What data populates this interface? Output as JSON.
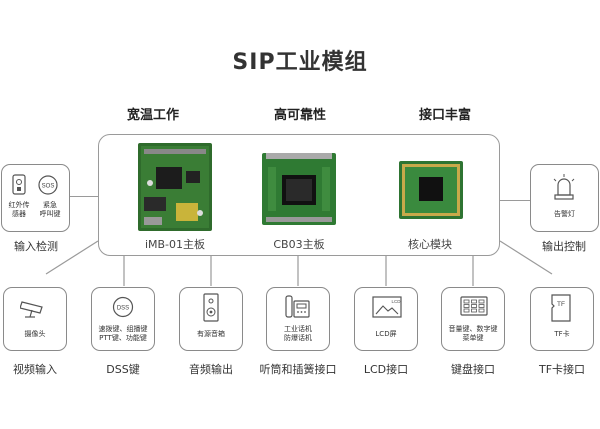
{
  "title": "SIP工业模组",
  "features": [
    "宽温工作",
    "高可靠性",
    "接口丰富"
  ],
  "boards": [
    {
      "label": "iMB-01主板",
      "icon": "pcb-board-icon"
    },
    {
      "label": "CB03主板",
      "icon": "pcb-board-icon"
    },
    {
      "label": "核心模块",
      "icon": "chip-module-icon"
    }
  ],
  "left_module": {
    "caption": "输入检测",
    "item1": {
      "line1": "红外传",
      "line2": "感器",
      "icon": "infrared-sensor-icon"
    },
    "item2": {
      "line1": "紧急",
      "line2": "呼叫键",
      "icon": "sos-button-icon",
      "badge": "SOS"
    }
  },
  "right_module": {
    "caption": "输出控制",
    "inner": "告警灯",
    "icon": "alarm-light-icon"
  },
  "bottom_modules": [
    {
      "caption": "视频输入",
      "line1": "摄像头",
      "line2": "",
      "icon": "camera-icon"
    },
    {
      "caption": "DSS键",
      "line1": "速拨键、组播键",
      "line2": "PTT键、功能键",
      "icon": "dss-key-icon",
      "badge": "DSS"
    },
    {
      "caption": "音频输出",
      "line1": "有源音箱",
      "line2": "",
      "icon": "speaker-icon"
    },
    {
      "caption": "听筒和插簧接口",
      "line1": "工业话机",
      "line2": "防爆话机",
      "icon": "telephone-icon"
    },
    {
      "caption": "LCD接口",
      "line1": "LCD屏",
      "line2": "",
      "icon": "lcd-screen-icon",
      "badge": "LCD"
    },
    {
      "caption": "键盘接口",
      "line1": "音量键、数字键",
      "line2": "菜单键",
      "icon": "keyboard-icon"
    },
    {
      "caption": "TF卡接口",
      "line1": "TF卡",
      "line2": "",
      "icon": "tf-card-icon",
      "badge": "TF"
    }
  ]
}
